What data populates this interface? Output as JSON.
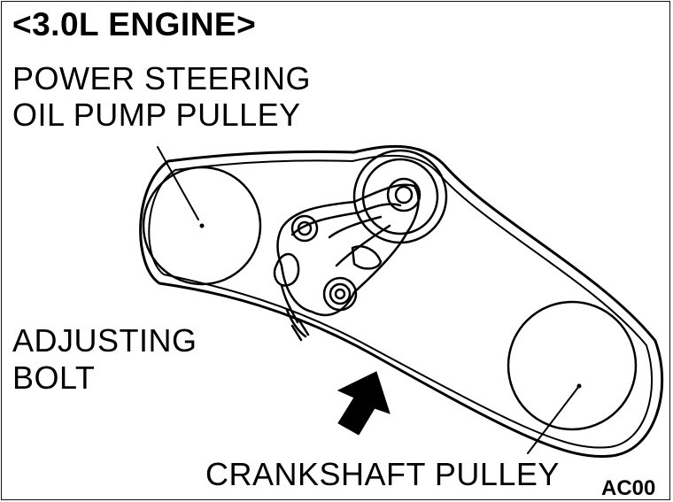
{
  "diagram": {
    "title": "<3.0L ENGINE>",
    "labels": {
      "power_steering_line1": "POWER STEERING",
      "power_steering_line2": "OIL PUMP PULLEY",
      "adjusting_line1": "ADJUSTING",
      "adjusting_line2": "BOLT",
      "crankshaft": "CRANKSHAFT PULLEY",
      "figure_code": "AC00"
    },
    "colors": {
      "line": "#000000",
      "background": "#ffffff"
    },
    "icons": [
      "pulley-icon",
      "tensioner-bracket-icon",
      "arrow-icon"
    ]
  }
}
